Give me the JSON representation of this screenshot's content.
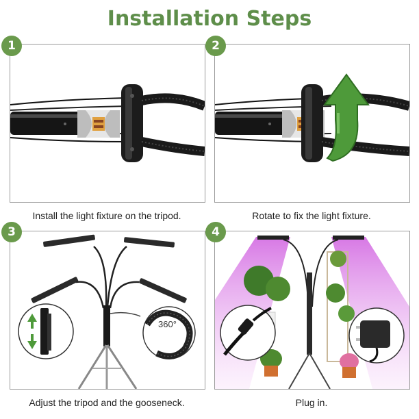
{
  "title": "Installation Steps",
  "steps": [
    {
      "number": "1",
      "caption": "Install the light fixture on the tripod."
    },
    {
      "number": "2",
      "caption": "Rotate to fix the light fixture."
    },
    {
      "number": "3",
      "caption": "Adjust the tripod and the gooseneck."
    },
    {
      "number": "4",
      "caption": "Plug in."
    }
  ],
  "rotation_label": "360°",
  "icons": [
    "rotate-arrow-icon",
    "up-down-arrow-icon"
  ],
  "colors": {
    "accent": "#6a9a4c",
    "title": "#5e8e4a",
    "arrow": "#4e9a3a",
    "grow_light": "#e070e8"
  }
}
